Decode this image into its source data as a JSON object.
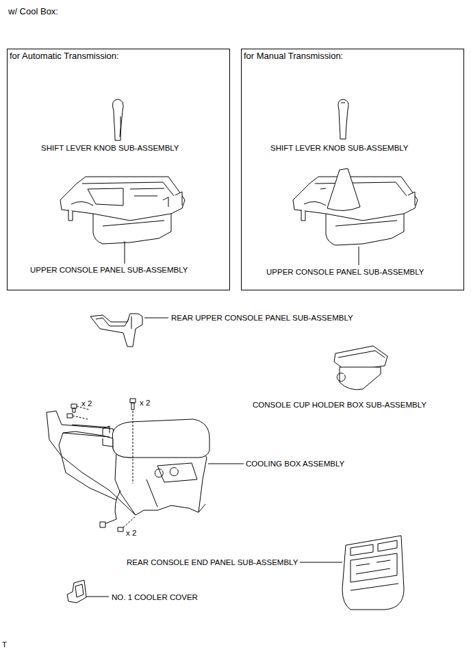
{
  "diagram": {
    "title": "w/ Cool Box:",
    "nodes": [
      {
        "text": [
          "for Automatic Transmission:"
        ]
      },
      {
        "text": [
          "for Manual Transmission:"
        ]
      }
    ],
    "labels": [
      "SHIFT LEVER KNOB SUB-ASSEMBLY",
      "UPPER CONSOLE PANEL SUB-ASSEMBLY",
      "SHIFT LEVER KNOB SUB-ASSEMBLY",
      "UPPER CONSOLE PANEL SUB-ASSEMBLY",
      "REAR UPPER CONSOLE PANEL SUB-ASSEMBLY",
      "CONSOLE CUP HOLDER BOX SUB-ASSEMBLY",
      "x 2",
      "x 2",
      "COOLING BOX ASSEMBLY",
      "x 2",
      "REAR CONSOLE END PANEL SUB-ASSEMBLY",
      "NO. 1 COOLER COVER",
      "T"
    ]
  }
}
